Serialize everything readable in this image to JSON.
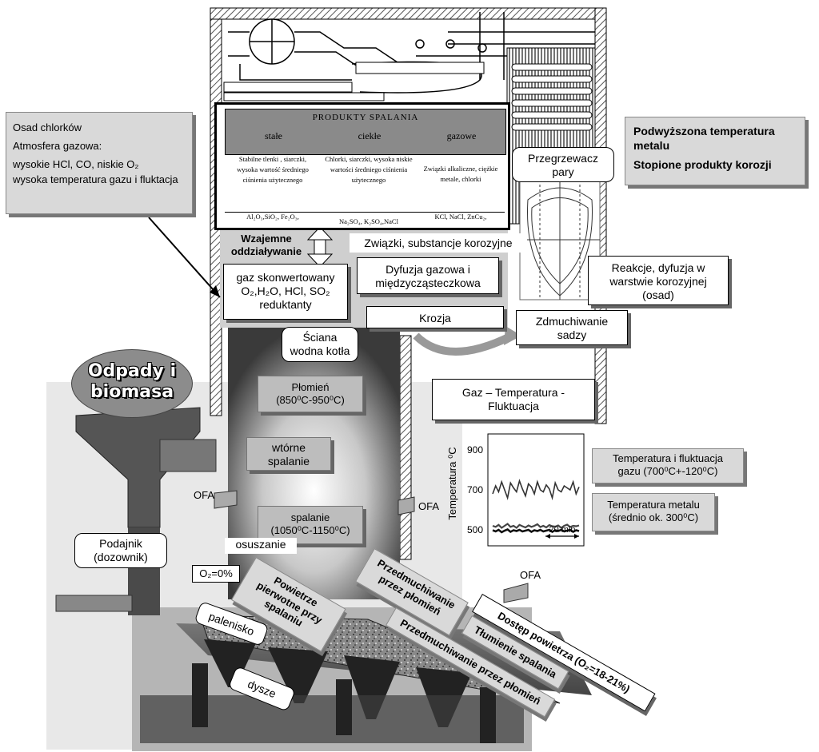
{
  "deposit_box": {
    "line1": "Osad chlorków",
    "line2": "Atmosfera gazowa:",
    "line3": "wysokie HCl, CO, niskie O₂",
    "line4": "wysoka temperatura gazu i fluktacja"
  },
  "metal_box": {
    "line1": "Podwyższona temperatura metalu",
    "line2": "Stopione produkty korozji"
  },
  "products_table": {
    "title": "PRODUKTY SPALANIA",
    "headers": [
      "stałe",
      "ciekłe",
      "gazowe"
    ],
    "descriptions": [
      "Stabilne tlenki , siarczki, wysoka wartość średniego ciśnienia użytecznego",
      "Chlorki, siarczki, wysoka niskie wartości średniego ciśnienia użytecznego",
      "Związki alkaliczne, ciężkie metale, chlorki"
    ],
    "formulas": [
      "Al₂O₃,SiO₂, Fe₂O₃,",
      "Na₂SO₄, K₂SO₄,NaCl",
      "KCl, NaCl, ZnCu₂,"
    ]
  },
  "labels": {
    "interaction": "Wzajemne oddziaływanie",
    "corrosive": "Związki, substancje korozyjne",
    "converted_gas_l1": "gaz skonwertowany",
    "converted_gas_l2": "O₂,H₂O, HCl, SO₂",
    "converted_gas_l3": "reduktanty",
    "diffusion": "Dyfuzja gazowa i międzycząsteczkowa",
    "corrosion": "Krozja",
    "superheater": "Przegrzewacz pary",
    "reactions": "Reakcje, dyfuzja w warstwie korozyjnej (osad)",
    "soot": "Zdmuchiwanie sadzy",
    "wall": "Ściana wodna kotła",
    "flame_l1": "Płomień",
    "flame_l2": "(850⁰C-950⁰C)",
    "secondary": "wtórne spalanie",
    "combustion_l1": "spalanie",
    "combustion_l2": "(1050⁰C-1150⁰C)",
    "waste": "Odpady i biomasa",
    "feeder": "Podajnik (dozownik)",
    "drying": "osuszanie",
    "o2_zero": "O₂=0%",
    "primary_air": "Powietrze pierwotne przy spalaniu",
    "furnace": "palenisko",
    "nozzles": "dysze",
    "ofa_left": "OFA",
    "ofa_right": "OFA",
    "ofa_bottom": "OFA",
    "preblow1": "Przedmuchiwanie przez płomień",
    "air_access": "Dostęp powietrza (O₂=18-21%)",
    "suppression": "Tłumienie spalania",
    "preblow2": "Przedmuchiwanie przez płomień",
    "gas_temp": "Gaz – Temperatura - Fluktuacja",
    "temp_fluct_l1": "Temperatura i fluktuacja",
    "temp_fluct_l2": "gazu (700⁰C+-120⁰C)",
    "metal_temp_l1": "Temperatura metalu",
    "metal_temp_l2": "(średnio ok. 300⁰C)"
  },
  "chart_data": {
    "type": "line",
    "ylabel": "Temperatura ⁰C",
    "yticks": [
      900,
      700,
      500
    ],
    "ylim": [
      420,
      980
    ],
    "scale_label": "20 min",
    "series": [
      {
        "values": [
          680,
          720,
          690,
          740,
          700,
          660,
          735,
          710,
          690,
          745,
          705,
          670,
          730,
          715,
          680,
          740,
          700,
          690,
          725,
          705,
          660,
          735,
          700,
          690,
          720,
          710,
          700,
          740,
          680,
          715
        ]
      },
      {
        "values": [
          520,
          515,
          525,
          510,
          520,
          530,
          515,
          520,
          510,
          525,
          518,
          512,
          522,
          515,
          520,
          528,
          514,
          520,
          512,
          524,
          518,
          516,
          522,
          510,
          520,
          526,
          514,
          520,
          518,
          522
        ]
      },
      {
        "values": [
          498,
          492,
          500,
          488,
          496,
          502,
          490,
          498,
          494,
          500,
          492,
          496,
          500,
          490,
          498,
          494,
          500,
          492,
          496,
          500,
          490,
          498,
          494,
          500,
          492,
          496,
          500,
          490,
          498,
          494
        ]
      }
    ]
  }
}
